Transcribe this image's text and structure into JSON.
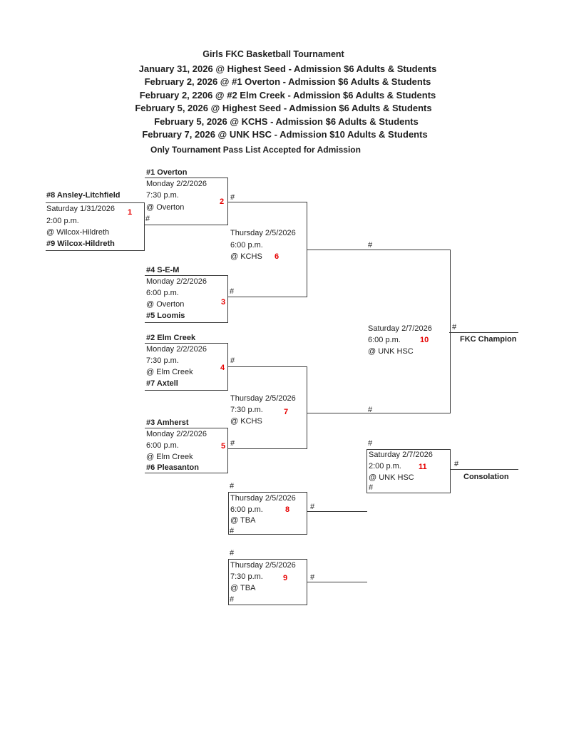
{
  "colors": {
    "accent_red": "#E60000",
    "line_color": "#3C3C3C",
    "ink": "#1F1F1F",
    "background": "#FFFFFF"
  },
  "placeholder": "#",
  "header": {
    "title": "Girls FKC Basketball Tournament",
    "schedule_lines": [
      "January 31, 2026 @ Highest Seed - Admission $6 Adults & Students",
      "February 2, 2026 @ #1 Overton  - Admission $6 Adults & Students",
      "February 2, 2206 @ #2 Elm Creek - Admission $6 Adults & Students",
      "February 5, 2026 @ Highest Seed - Admission $6 Adults & Students",
      "February 5, 2026 @ KCHS - Admission $6 Adults & Students",
      "February 7, 2026 @ UNK HSC - Admission $10 Adults & Students"
    ],
    "note": "Only Tournament Pass List Accepted for Admission"
  },
  "labels": {
    "champion": "FKC Champion",
    "consolation": "Consolation"
  },
  "games": {
    "g1": {
      "number": "1",
      "top_team": "#8 Ansley-Litchfield",
      "date": "Saturday 1/31/2026",
      "time": "2:00 p.m.",
      "location": "@ Wilcox-Hildreth",
      "bottom_team": "#9 Wilcox-Hildreth"
    },
    "g2": {
      "number": "2",
      "top_team": "#1 Overton",
      "date": "Monday 2/2/2026",
      "time": "7:30 p.m.",
      "location": "@ Overton"
    },
    "g3": {
      "number": "3",
      "top_team": "#4 S-E-M",
      "date": "Monday 2/2/2026",
      "time": "6:00 p.m.",
      "location": "@ Overton",
      "bottom_team": "#5 Loomis"
    },
    "g4": {
      "number": "4",
      "top_team": "#2 Elm Creek",
      "date": "Monday 2/2/2026",
      "time": "7:30 p.m.",
      "location": "@ Elm Creek",
      "bottom_team": "#7 Axtell"
    },
    "g5": {
      "number": "5",
      "top_team": "#3 Amherst",
      "date": "Monday 2/2/2026",
      "time": "6:00 p.m.",
      "location": "@ Elm Creek",
      "bottom_team": "#6 Pleasanton"
    },
    "g6": {
      "number": "6",
      "date": "Thursday 2/5/2026",
      "time": "6:00 p.m.",
      "location": "@ KCHS"
    },
    "g7": {
      "number": "7",
      "date": "Thursday 2/5/2026",
      "time": "7:30 p.m.",
      "location": "@ KCHS"
    },
    "g8": {
      "number": "8",
      "date": "Thursday 2/5/2026",
      "time": "6:00 p.m.",
      "location": "@ TBA"
    },
    "g9": {
      "number": "9",
      "date": "Thursday 2/5/2026",
      "time": "7:30 p.m.",
      "location": "@ TBA"
    },
    "g10": {
      "number": "10",
      "date": "Saturday 2/7/2026",
      "time": "6:00 p.m.",
      "location": "@ UNK HSC"
    },
    "g11": {
      "number": "11",
      "date": "Saturday 2/7/2026",
      "time": "2:00 p.m.",
      "location": "@ UNK HSC"
    }
  }
}
